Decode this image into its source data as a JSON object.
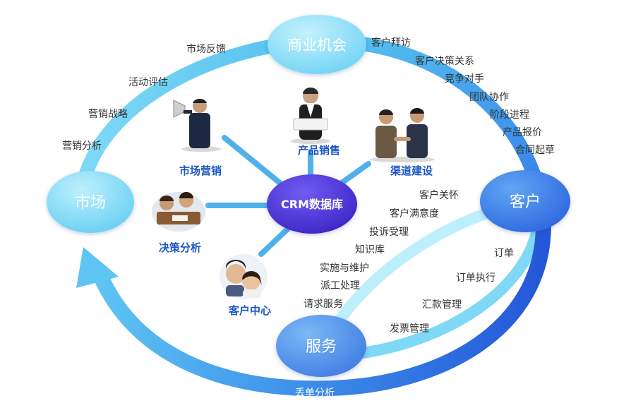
{
  "center": {
    "label": "CRM数据库"
  },
  "nodes": {
    "market": "市场",
    "opportunity": "商业机会",
    "customer": "客户",
    "service": "服务"
  },
  "spokes": {
    "marketing": "市场营销",
    "product_sales": "产品销售",
    "channel": "渠道建设",
    "decision": "决策分析",
    "customer_center": "客户中心"
  },
  "arc_labels": {
    "market_to_opportunity": [
      "营销分析",
      "营销战略",
      "活动评估",
      "市场反馈"
    ],
    "opportunity_to_customer": [
      "客户拜访",
      "客户决策关系",
      "竞争对手",
      "团队协作",
      "阶段进程",
      "产品报价",
      "合同起草"
    ],
    "customer_to_service_inner": [
      "客户关怀",
      "客户满意度",
      "投诉受理",
      "知识库",
      "实施与维护",
      "派工处理",
      "请求服务"
    ],
    "customer_to_service_outer": [
      "订单",
      "订单执行",
      "汇款管理",
      "发票管理"
    ],
    "service_to_market": [
      "丢单分析"
    ]
  },
  "colors": {
    "light_blue": "#54c6f0",
    "pale_blue": "#b8ecfb",
    "blue": "#2f80e8",
    "deep_blue": "#2457d8",
    "violet": "#4b2fd0",
    "label_blue": "#1c56c6",
    "label_dark": "#333333"
  },
  "icons": {
    "marketing": "businessman-with-megaphone-icon",
    "product_sales": "businessman-holding-paper-icon",
    "channel": "two-men-handshake-icon",
    "decision": "team-reviewing-documents-icon",
    "customer_center": "smiling-couple-icon"
  }
}
